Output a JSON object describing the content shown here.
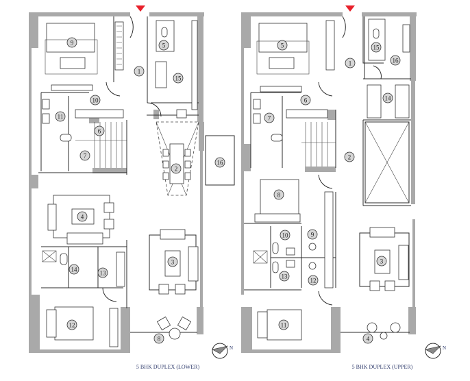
{
  "plans": [
    {
      "caption": "5 BHK DUPLEX (LOWER)",
      "rooms": [
        "9",
        "5",
        "1",
        "15",
        "10",
        "11",
        "6",
        "7",
        "2",
        "16",
        "4",
        "3",
        "14",
        "13",
        "12",
        "8"
      ],
      "north_label": "N"
    },
    {
      "caption": "5 BHK DUPLEX (UPPER)",
      "rooms": [
        "5",
        "15",
        "16",
        "1",
        "14",
        "6",
        "7",
        "2",
        "8",
        "9",
        "10",
        "3",
        "13",
        "12",
        "11",
        "4"
      ],
      "north_label": "N"
    }
  ],
  "colors": {
    "wall": "#a9a9a9",
    "entry_marker": "#e8202a",
    "caption": "#2e3a6b",
    "badge": "#d6d6d6"
  }
}
